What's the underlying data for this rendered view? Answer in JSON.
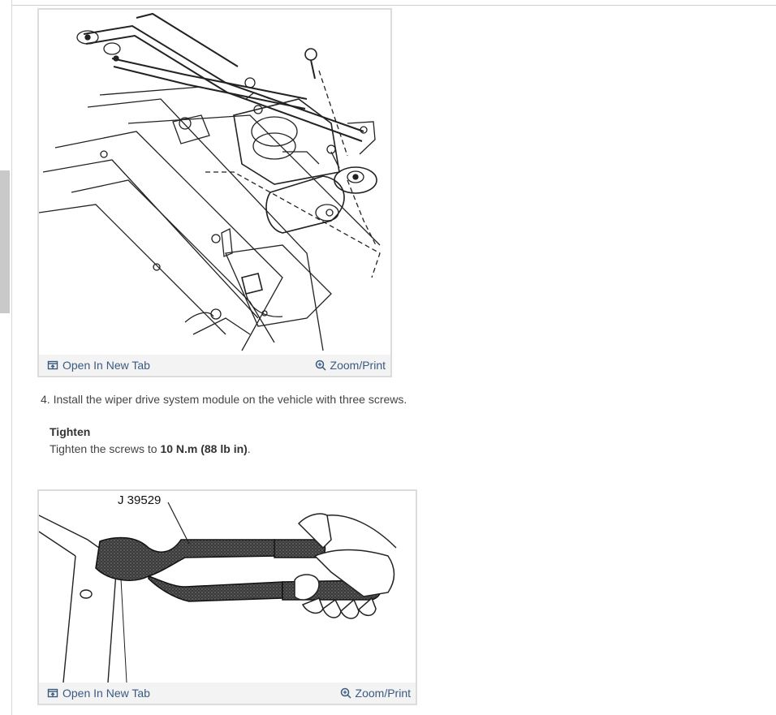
{
  "figures": [
    {
      "open_label": "Open In New Tab",
      "zoom_label": "Zoom/Print"
    },
    {
      "callout": "J 39529",
      "open_label": "Open In New Tab",
      "zoom_label": "Zoom/Print"
    }
  ],
  "step": {
    "text": "4. Install the wiper drive system module on the vehicle with three screws."
  },
  "tighten": {
    "title": "Tighten",
    "prefix": "Tighten the screws to ",
    "value": "10 N.m (88 lb in)",
    "suffix": "."
  },
  "colors": {
    "link": "#3a5a80",
    "toolbar_bg": "#f3f3f4",
    "border": "#dcdcdc"
  },
  "icons": [
    "open-tab-icon",
    "zoom-icon"
  ]
}
